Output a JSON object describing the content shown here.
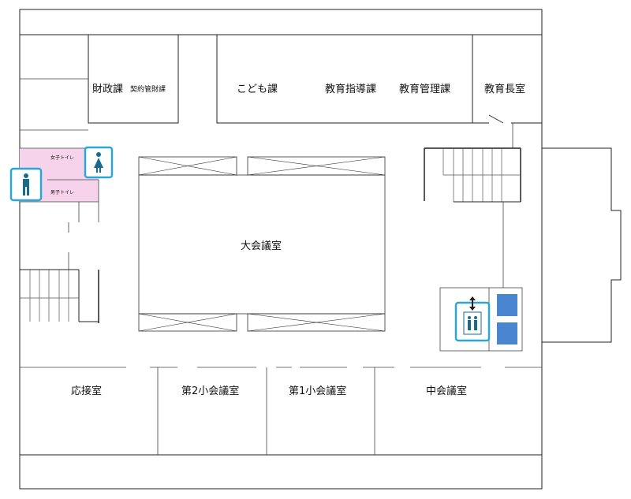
{
  "rooms": {
    "zaisei": "財政課",
    "keiyaku": "契約管財課",
    "kodomo": "こども課",
    "shido": "教育指導課",
    "kanri": "教育管理課",
    "chosho": "教育長室",
    "daikaigi": "大会議室",
    "osetsu": "応接室",
    "dai2": "第2小会議室",
    "dai1": "第1小会議室",
    "chukai": "中会議室",
    "joshi_toilet": "女子トイレ",
    "danshi_toilet": "男子トイレ"
  },
  "colors": {
    "wall": "#222222",
    "toilet_fill": "#f6d3ea",
    "icon_accent": "#2aa7d6",
    "elevator_fill": "#4a86cf"
  },
  "icons": {
    "female_toilet": "female-figure-icon",
    "male_toilet": "male-figure-icon",
    "elevator": "elevator-icon"
  }
}
